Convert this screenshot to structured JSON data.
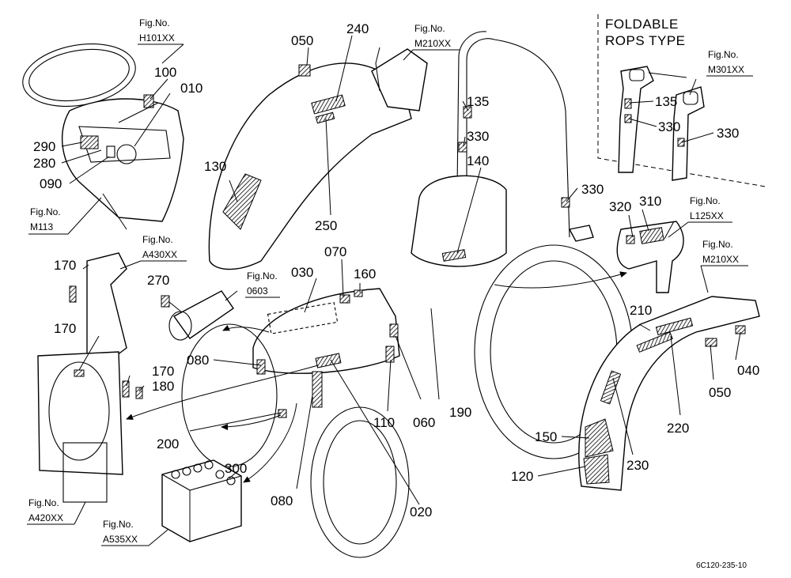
{
  "header": {
    "line1": "FOLDABLE",
    "line2": "ROPS TYPE"
  },
  "figure_refs": [
    {
      "id": "h101",
      "l1": "Fig.No.",
      "l2": "H101XX"
    },
    {
      "id": "m210a",
      "l1": "Fig.No.",
      "l2": "M210XX"
    },
    {
      "id": "m301",
      "l1": "Fig.No.",
      "l2": "M301XX"
    },
    {
      "id": "m113",
      "l1": "Fig.No.",
      "l2": "M113"
    },
    {
      "id": "a430",
      "l1": "Fig.No.",
      "l2": "A430XX"
    },
    {
      "id": "0603",
      "l1": "Fig.No.",
      "l2": "0603"
    },
    {
      "id": "l125",
      "l1": "Fig.No.",
      "l2": "L125XX"
    },
    {
      "id": "m210b",
      "l1": "Fig.No.",
      "l2": "M210XX"
    },
    {
      "id": "a420",
      "l1": "Fig.No.",
      "l2": "A420XX"
    },
    {
      "id": "a535",
      "l1": "Fig.No.",
      "l2": "A535XX"
    }
  ],
  "parts": [
    {
      "id": "p050a",
      "text": "050"
    },
    {
      "id": "p240",
      "text": "240"
    },
    {
      "id": "p100",
      "text": "100"
    },
    {
      "id": "p010",
      "text": "010"
    },
    {
      "id": "p290",
      "text": "290"
    },
    {
      "id": "p280",
      "text": "280"
    },
    {
      "id": "p090",
      "text": "090"
    },
    {
      "id": "p130",
      "text": "130"
    },
    {
      "id": "p250",
      "text": "250"
    },
    {
      "id": "p135a",
      "text": "135"
    },
    {
      "id": "p330a",
      "text": "330"
    },
    {
      "id": "p140",
      "text": "140"
    },
    {
      "id": "p330b",
      "text": "330"
    },
    {
      "id": "p135b",
      "text": "135"
    },
    {
      "id": "p330c",
      "text": "330"
    },
    {
      "id": "p330d",
      "text": "330"
    },
    {
      "id": "p320",
      "text": "320"
    },
    {
      "id": "p310",
      "text": "310"
    },
    {
      "id": "p160",
      "text": "160"
    },
    {
      "id": "p070",
      "text": "070"
    },
    {
      "id": "p030",
      "text": "030"
    },
    {
      "id": "p170a",
      "text": "170"
    },
    {
      "id": "p270",
      "text": "270"
    },
    {
      "id": "p170b",
      "text": "170"
    },
    {
      "id": "p080a",
      "text": "080"
    },
    {
      "id": "p170c",
      "text": "170"
    },
    {
      "id": "p180",
      "text": "180"
    },
    {
      "id": "p200",
      "text": "200"
    },
    {
      "id": "p110",
      "text": "110"
    },
    {
      "id": "p060",
      "text": "060"
    },
    {
      "id": "p190",
      "text": "190"
    },
    {
      "id": "p210",
      "text": "210"
    },
    {
      "id": "p040",
      "text": "040"
    },
    {
      "id": "p050b",
      "text": "050"
    },
    {
      "id": "p220",
      "text": "220"
    },
    {
      "id": "p150",
      "text": "150"
    },
    {
      "id": "p230",
      "text": "230"
    },
    {
      "id": "p120",
      "text": "120"
    },
    {
      "id": "p300",
      "text": "300"
    },
    {
      "id": "p080b",
      "text": "080"
    },
    {
      "id": "p020",
      "text": "020"
    }
  ],
  "drawing_code": "6C120-235-10"
}
